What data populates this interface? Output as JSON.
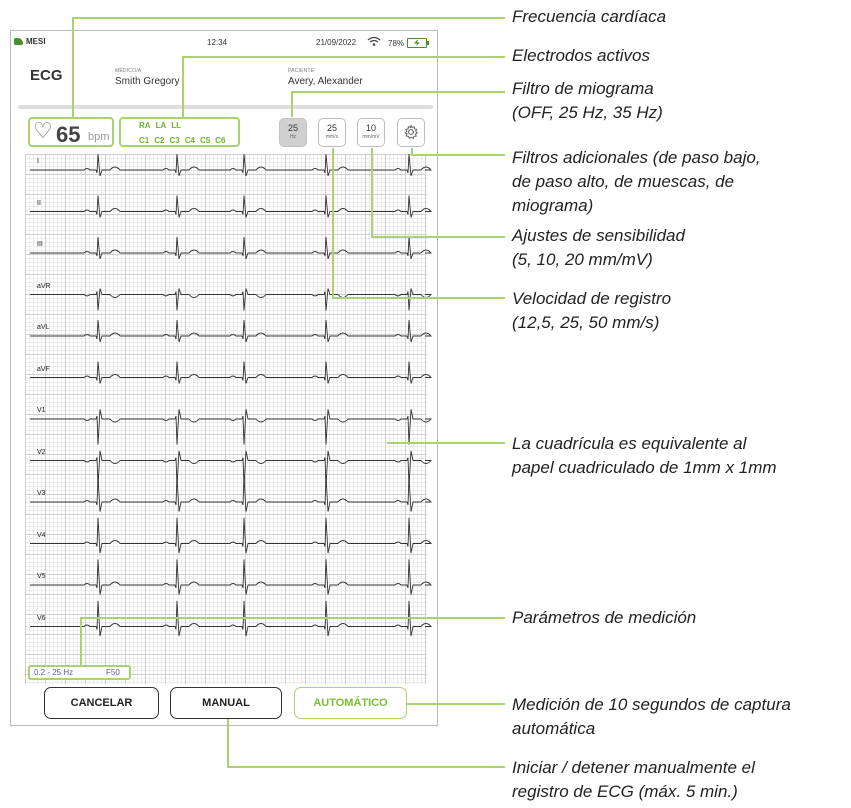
{
  "status": {
    "brand": "MESI",
    "time": "12:34",
    "date": "21/09/2022",
    "battery": "78%"
  },
  "header": {
    "title": "ECG",
    "doctor_label": "MÉDICO/A",
    "doctor_name": "Smith Gregory",
    "patient_label": "PACIENTE",
    "patient_name": "Avery, Alexander"
  },
  "heart_rate": {
    "value": "65",
    "unit": "bpm"
  },
  "electrodes": {
    "row1": [
      "RA",
      "LA",
      "LL"
    ],
    "row2": [
      "C1",
      "C2",
      "C3",
      "C4",
      "C5",
      "C6"
    ]
  },
  "controls": {
    "myogram": {
      "value": "25",
      "unit": "Hz"
    },
    "speed": {
      "value": "25",
      "unit": "mm/s"
    },
    "sensitivity": {
      "value": "10",
      "unit": "mm/mV"
    }
  },
  "leads": [
    "I",
    "II",
    "III",
    "aVR",
    "aVL",
    "aVF",
    "V1",
    "V2",
    "V3",
    "V4",
    "V5",
    "V6"
  ],
  "filters": {
    "band": "0.2 - 25 Hz",
    "notch": "F50"
  },
  "buttons": {
    "cancel": "CANCELAR",
    "manual": "MANUAL",
    "auto": "AUTOMÁTICO"
  },
  "annotations": {
    "heart_rate": "Frecuencia cardíaca",
    "electrodes": "Electrodos activos",
    "myogram_1": "Filtro de miograma",
    "myogram_2": "(OFF, 25 Hz, 35 Hz)",
    "extra_1": "Filtros adicionales (de paso bajo,",
    "extra_2": "de paso alto, de muescas, de",
    "extra_3": "miograma)",
    "sens_1": "Ajustes de sensibilidad",
    "sens_2": "(5, 10, 20 mm/mV)",
    "speed_1": "Velocidad de registro",
    "speed_2": "(12,5, 25, 50 mm/s)",
    "grid_1": "La cuadrícula es equivalente al",
    "grid_2": "papel cuadriculado de 1mm x 1mm",
    "params": "Parámetros de medición",
    "auto_1": "Medición de 10 segundos de captura",
    "auto_2": "automática",
    "manual_1": "Iniciar / detener manualmente el",
    "manual_2": "registro de ECG (máx. 5 min.)"
  },
  "colors": {
    "accent_green": "#a9d36f",
    "logo_green": "#4a8f2c",
    "text_dark": "#222222"
  }
}
